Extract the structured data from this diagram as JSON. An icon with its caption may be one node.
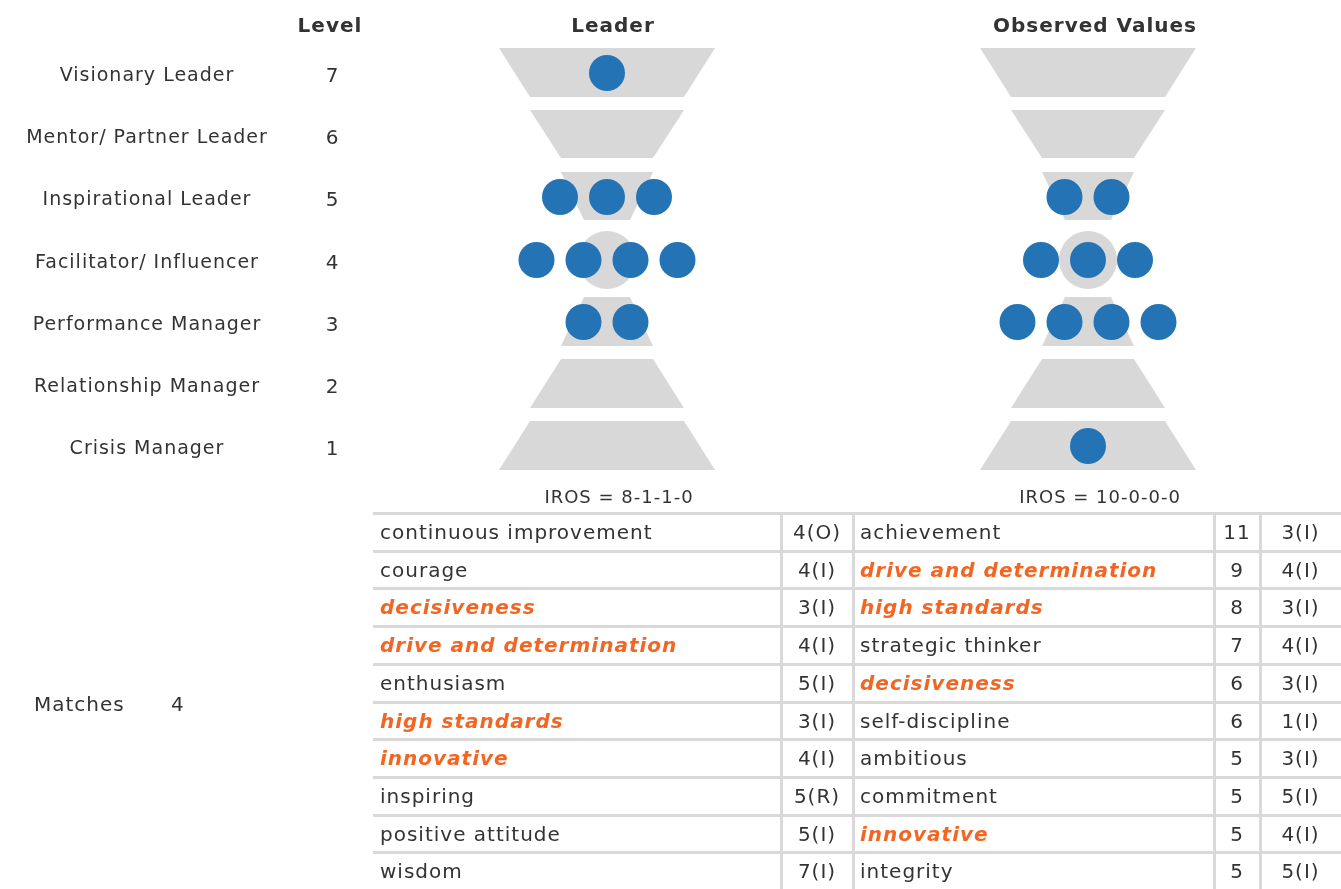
{
  "diagram": {
    "labels": [
      "Level",
      "Leader",
      "Observed Values",
      "Visionary Leader",
      "7",
      "Mentor/ Partner Leader",
      "6",
      "Inspirational Leader",
      "5",
      "Facilitator/ Influencer",
      "4",
      "Performance Manager",
      "3",
      "Relationship Manager",
      "2",
      "Crisis Manager",
      "1",
      "IROS = 8-1-1-0",
      "IROS = 10-0-0-0",
      "continuous improvement",
      "4(O)",
      "achievement",
      "11",
      "3(I)",
      "courage",
      "4(I)",
      "drive and determination",
      "9",
      "4(I)",
      "decisiveness",
      "3(I)",
      "high standards",
      "8",
      "3(I)",
      "drive and determination",
      "4(I)",
      "strategic thinker",
      "7",
      "4(I)",
      "enthusiasm",
      "5(I)",
      "decisiveness",
      "6",
      "3(I)",
      "high standards",
      "3(I)",
      "self-discipline",
      "6",
      "1(I)",
      "innovative",
      "4(I)",
      "ambitious",
      "5",
      "3(I)",
      "inspiring",
      "5(R)",
      "commitment",
      "5",
      "5(I)",
      "positive attitude",
      "5(I)",
      "innovative",
      "5",
      "4(I)",
      "wisdom",
      "7(I)",
      "integrity",
      "5",
      "5(I)",
      "Matches",
      "4"
    ]
  }
}
